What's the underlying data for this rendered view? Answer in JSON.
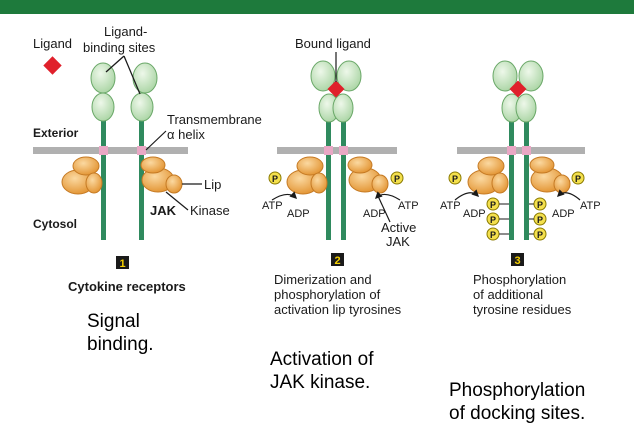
{
  "labels": {
    "ligand": "Ligand",
    "ligand_binding_line1": "Ligand-",
    "ligand_binding_line2": "binding sites",
    "transmembrane_line1": "Transmembrane",
    "transmembrane_line2": "α helix",
    "exterior": "Exterior",
    "cytosol": "Cytosol",
    "lip": "Lip",
    "jak": "JAK",
    "kinase": "Kinase",
    "bound_ligand": "Bound ligand",
    "atp": "ATP",
    "adp": "ADP",
    "active": "Active",
    "active_jak": "JAK",
    "phospho": "P"
  },
  "panels": [
    {
      "number": "1",
      "line1": "Cytokine receptors",
      "line2": "",
      "line3": ""
    },
    {
      "number": "2",
      "line1": "Dimerization and",
      "line2": "phosphorylation of",
      "line3": "activation lip tyrosines"
    },
    {
      "number": "3",
      "line1": "Phosphorylation",
      "line2": "of additional",
      "line3": "tyrosine residues"
    }
  ],
  "captions": {
    "signal_1": "Signal",
    "signal_2": "binding.",
    "activation_1": "Activation of",
    "activation_2": "JAK kinase.",
    "docking_1": "Phosphorylation",
    "docking_2": "of docking sites."
  },
  "colors": {
    "header": "#1e7a3c",
    "receptor_stem": "#2f8a5e",
    "receptor_head": "#c8e6c3",
    "membrane": "#b0b0b0",
    "jak": "#f0ad55",
    "ligand": "#e0202b",
    "phospho": "#f4e04d"
  }
}
